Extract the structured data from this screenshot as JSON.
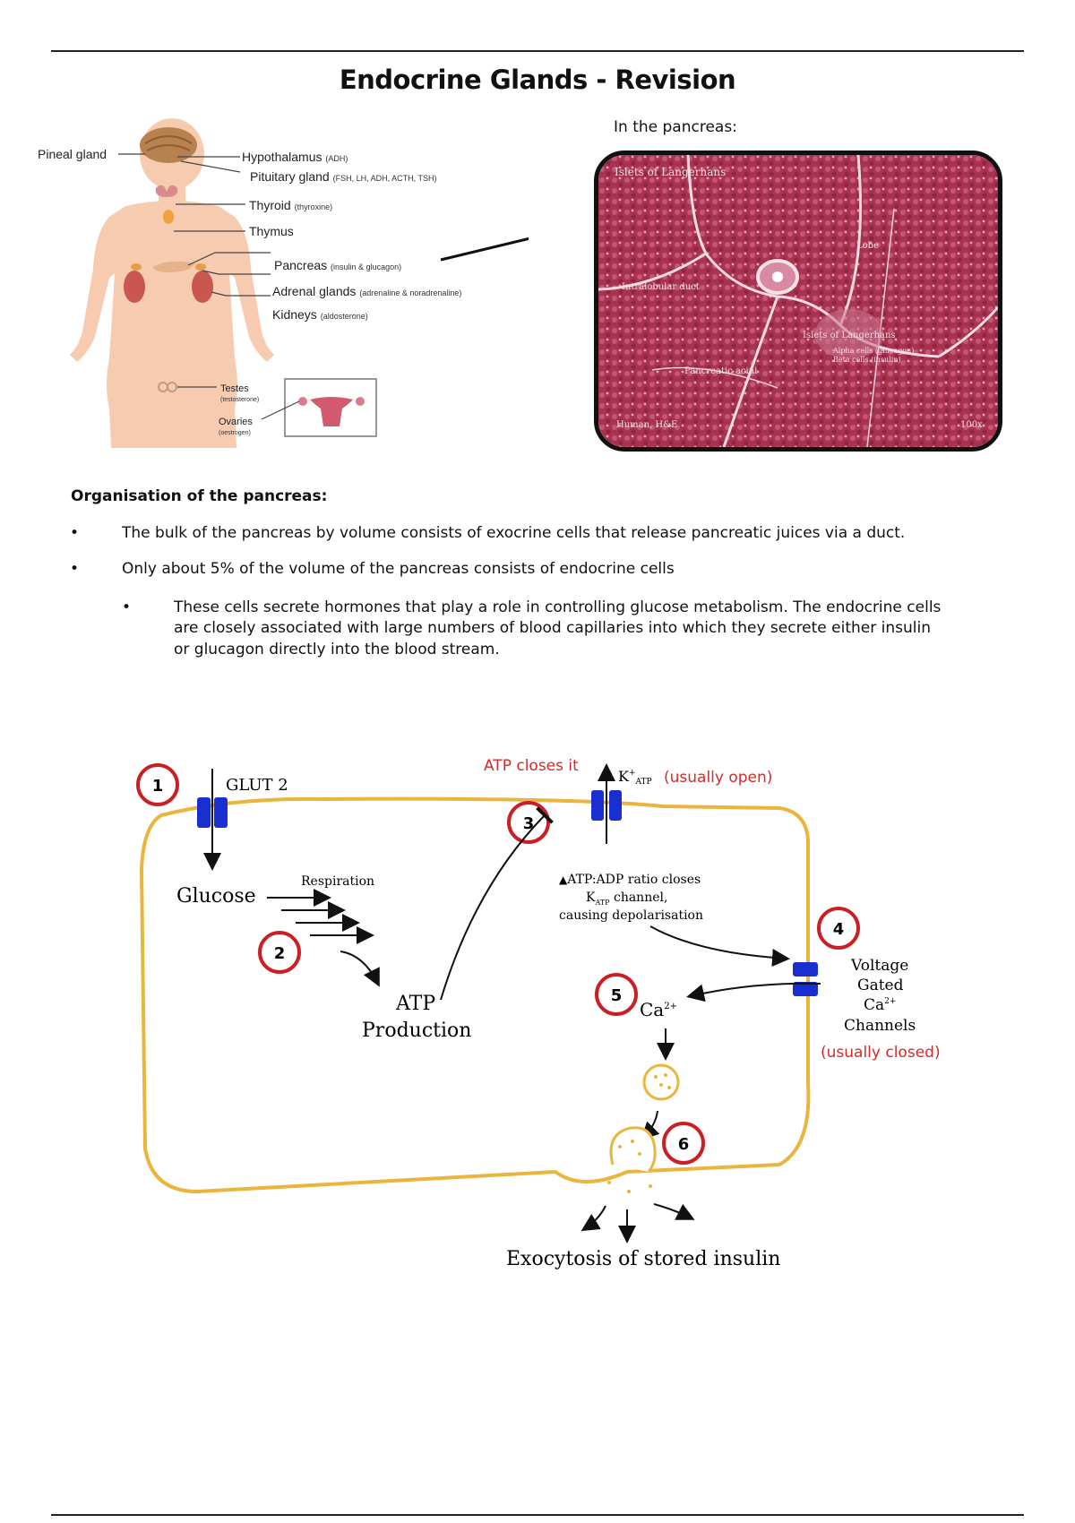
{
  "page": {
    "title": "Endocrine Glands - Revision"
  },
  "glands": {
    "pineal": "Pineal gland",
    "hypothalamus": "Hypothalamus",
    "hypothalamus_note": "(ADH)",
    "pituitary": "Pituitary gland",
    "pituitary_note": "(FSH, LH, ADH, ACTH, TSH)",
    "thyroid": "Thyroid",
    "thyroid_note": "(thyroxine)",
    "thymus": "Thymus",
    "pancreas": "Pancreas",
    "pancreas_note": "(insulin & glucagon)",
    "adrenal": "Adrenal glands",
    "adrenal_note": "(adrenaline & noradrenaline)",
    "kidneys": "Kidneys",
    "kidneys_note": "(aldosterone)",
    "testes": "Testes",
    "testes_note": "(testosterone)",
    "ovaries": "Ovaries",
    "ovaries_note": "(oestrogen)"
  },
  "pancreas_image": {
    "heading": "In the pancreas:",
    "label_islets": "Islets of Langerhans",
    "label_lobe": "Lobe",
    "label_duct": "Intralobular duct",
    "label_islets2": "Islets of Langerhans",
    "label_alpha": "Alpha cells (glucagon)",
    "label_beta": "Beta cells (insulin)",
    "label_acini": "Pancreatic acini",
    "label_stain": "Human, H&E",
    "label_mag": "100x"
  },
  "organisation": {
    "heading": "Organisation of the pancreas:",
    "bullet1": "The bulk of the pancreas by volume consists of exocrine cells that release pancreatic juices via a duct.",
    "bullet2": "Only about 5% of the volume of the pancreas consists of endocrine cells",
    "sub_line1": "These cells secrete hormones that play a role in controlling glucose metabolism. The endocrine cells",
    "sub_line2": "are closely associated with large numbers of blood capillaries into which they secrete either insulin",
    "sub_line3": "or glucagon directly into the blood stream."
  },
  "beta_cell": {
    "step1": "1",
    "step2": "2",
    "step3": "3",
    "step4": "4",
    "step5": "5",
    "step6": "6",
    "glut2": "GLUT 2",
    "glucose": "Glucose",
    "respiration": "Respiration",
    "atp": "ATP",
    "production": "Production",
    "atp_closes": "ATP closes it",
    "katp": "K",
    "katp_sup": "+",
    "katp_sub": "ATP",
    "usually_open": "(usually open)",
    "ratio_line1": "ATP:ADP ratio closes",
    "ratio_line2_k": "K",
    "ratio_line2_sub": "ATP",
    "ratio_line2_rest": " channel,",
    "ratio_line3": "causing depolarisation",
    "vg_line1": "Voltage",
    "vg_line2": "Gated",
    "vg_line3": "Ca",
    "vg_line3_sup": "2+",
    "vg_line4": "Channels",
    "usually_closed": "(usually closed)",
    "ca": "Ca",
    "ca_sup": "2+",
    "exocytosis": "Exocytosis of stored insulin"
  },
  "colors": {
    "membrane": "#eab53c",
    "channel": "#1a2fd0",
    "step_circle": "#c91f25",
    "red_text": "#d42a2a",
    "tissue": "#b23a5c"
  }
}
